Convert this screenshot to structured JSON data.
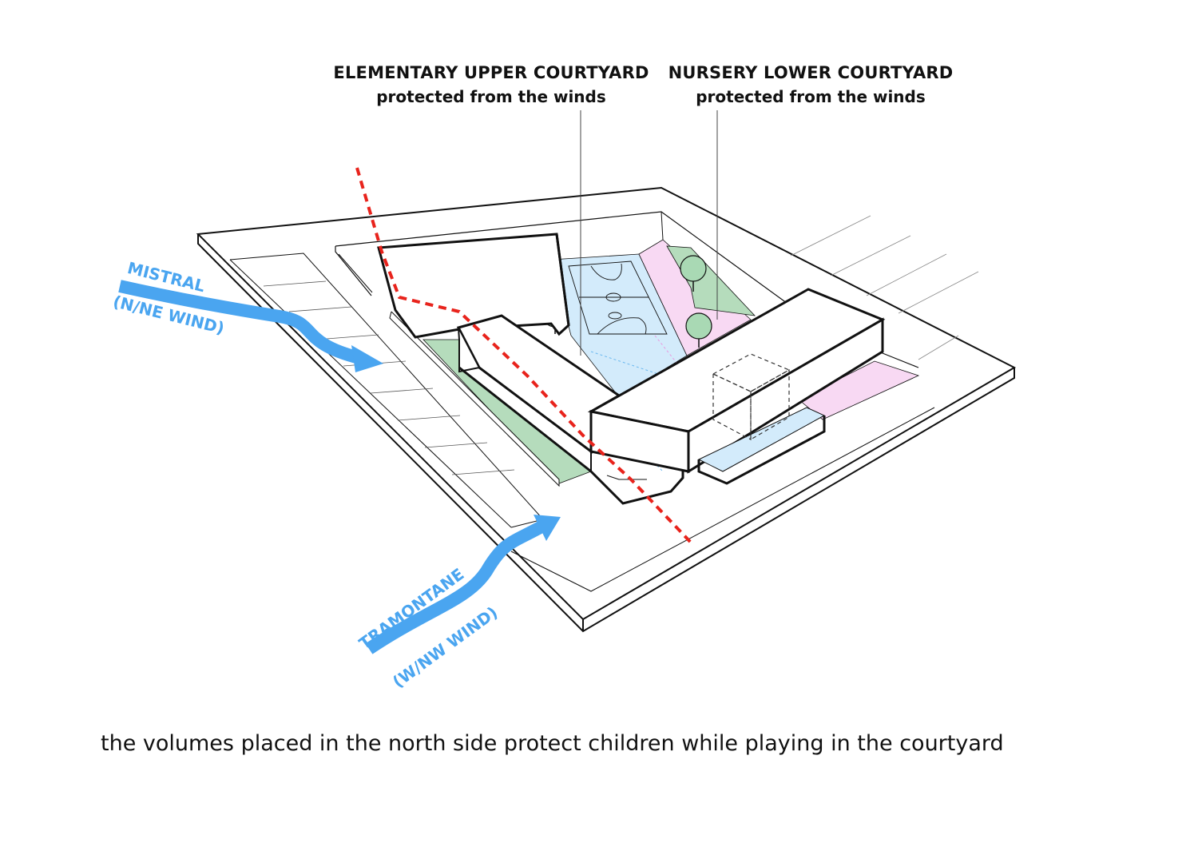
{
  "labels": {
    "elementary_title": "ELEMENTARY UPPER COURTYARD",
    "elementary_sub": "protected from the winds",
    "nursery_title": "NURSERY LOWER COURTYARD",
    "nursery_sub": "protected from the winds"
  },
  "winds": {
    "mistral_name": "MISTRAL",
    "mistral_direction": "(N/NE WIND)",
    "tramontane_name": "TRAMONTANE",
    "tramontane_direction": "(W/NW WIND)"
  },
  "caption": "the volumes placed in the north side protect children while playing in the courtyard",
  "colors": {
    "wind_arrow": "#4aa5f0",
    "protection_line": "#e8231c",
    "courtyard_blue": "#d3ebfb",
    "courtyard_pink": "#f8d9f3",
    "green_strip": "#b5dcbc",
    "tree": "#a9d9b4",
    "outline": "#111111"
  }
}
